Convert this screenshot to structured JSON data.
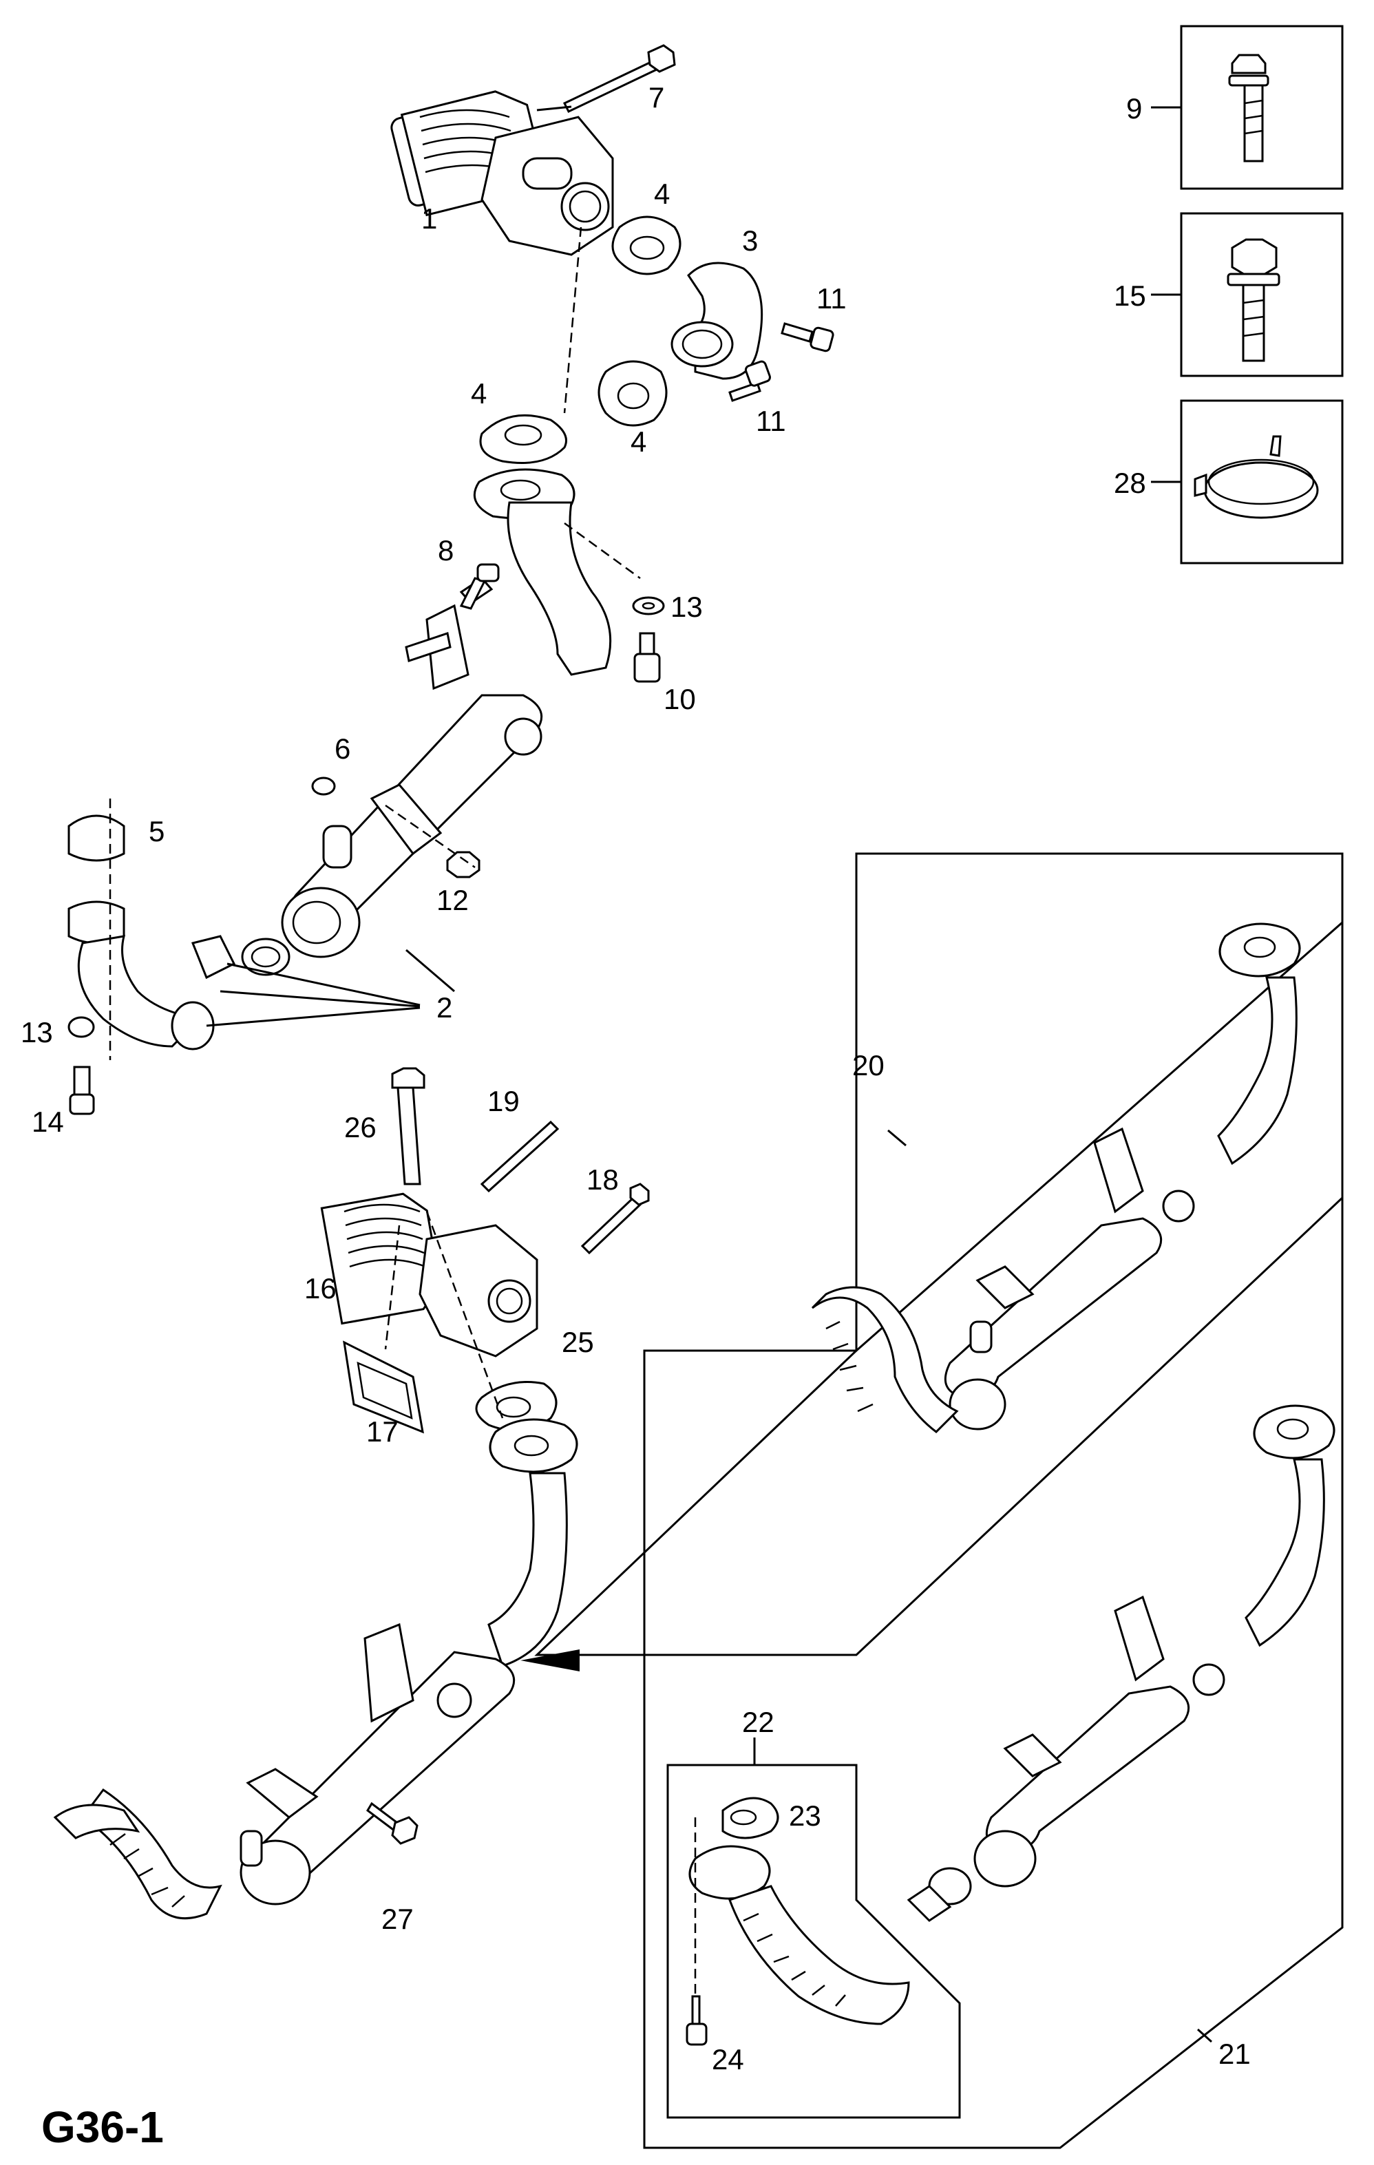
{
  "diagram": {
    "page_code": "G36-1",
    "callouts": [
      "1",
      "2",
      "3",
      "4",
      "5",
      "6",
      "7",
      "8",
      "9",
      "10",
      "11",
      "12",
      "13",
      "14",
      "15",
      "16",
      "17",
      "18",
      "19",
      "20",
      "21",
      "22",
      "23",
      "24",
      "25",
      "26",
      "27",
      "28"
    ],
    "legend_parts": [
      {
        "number": "9",
        "icon": "flange-bolt-icon"
      },
      {
        "number": "15",
        "icon": "hex-bolt-icon"
      },
      {
        "number": "28",
        "icon": "hose-clamp-icon"
      }
    ]
  }
}
